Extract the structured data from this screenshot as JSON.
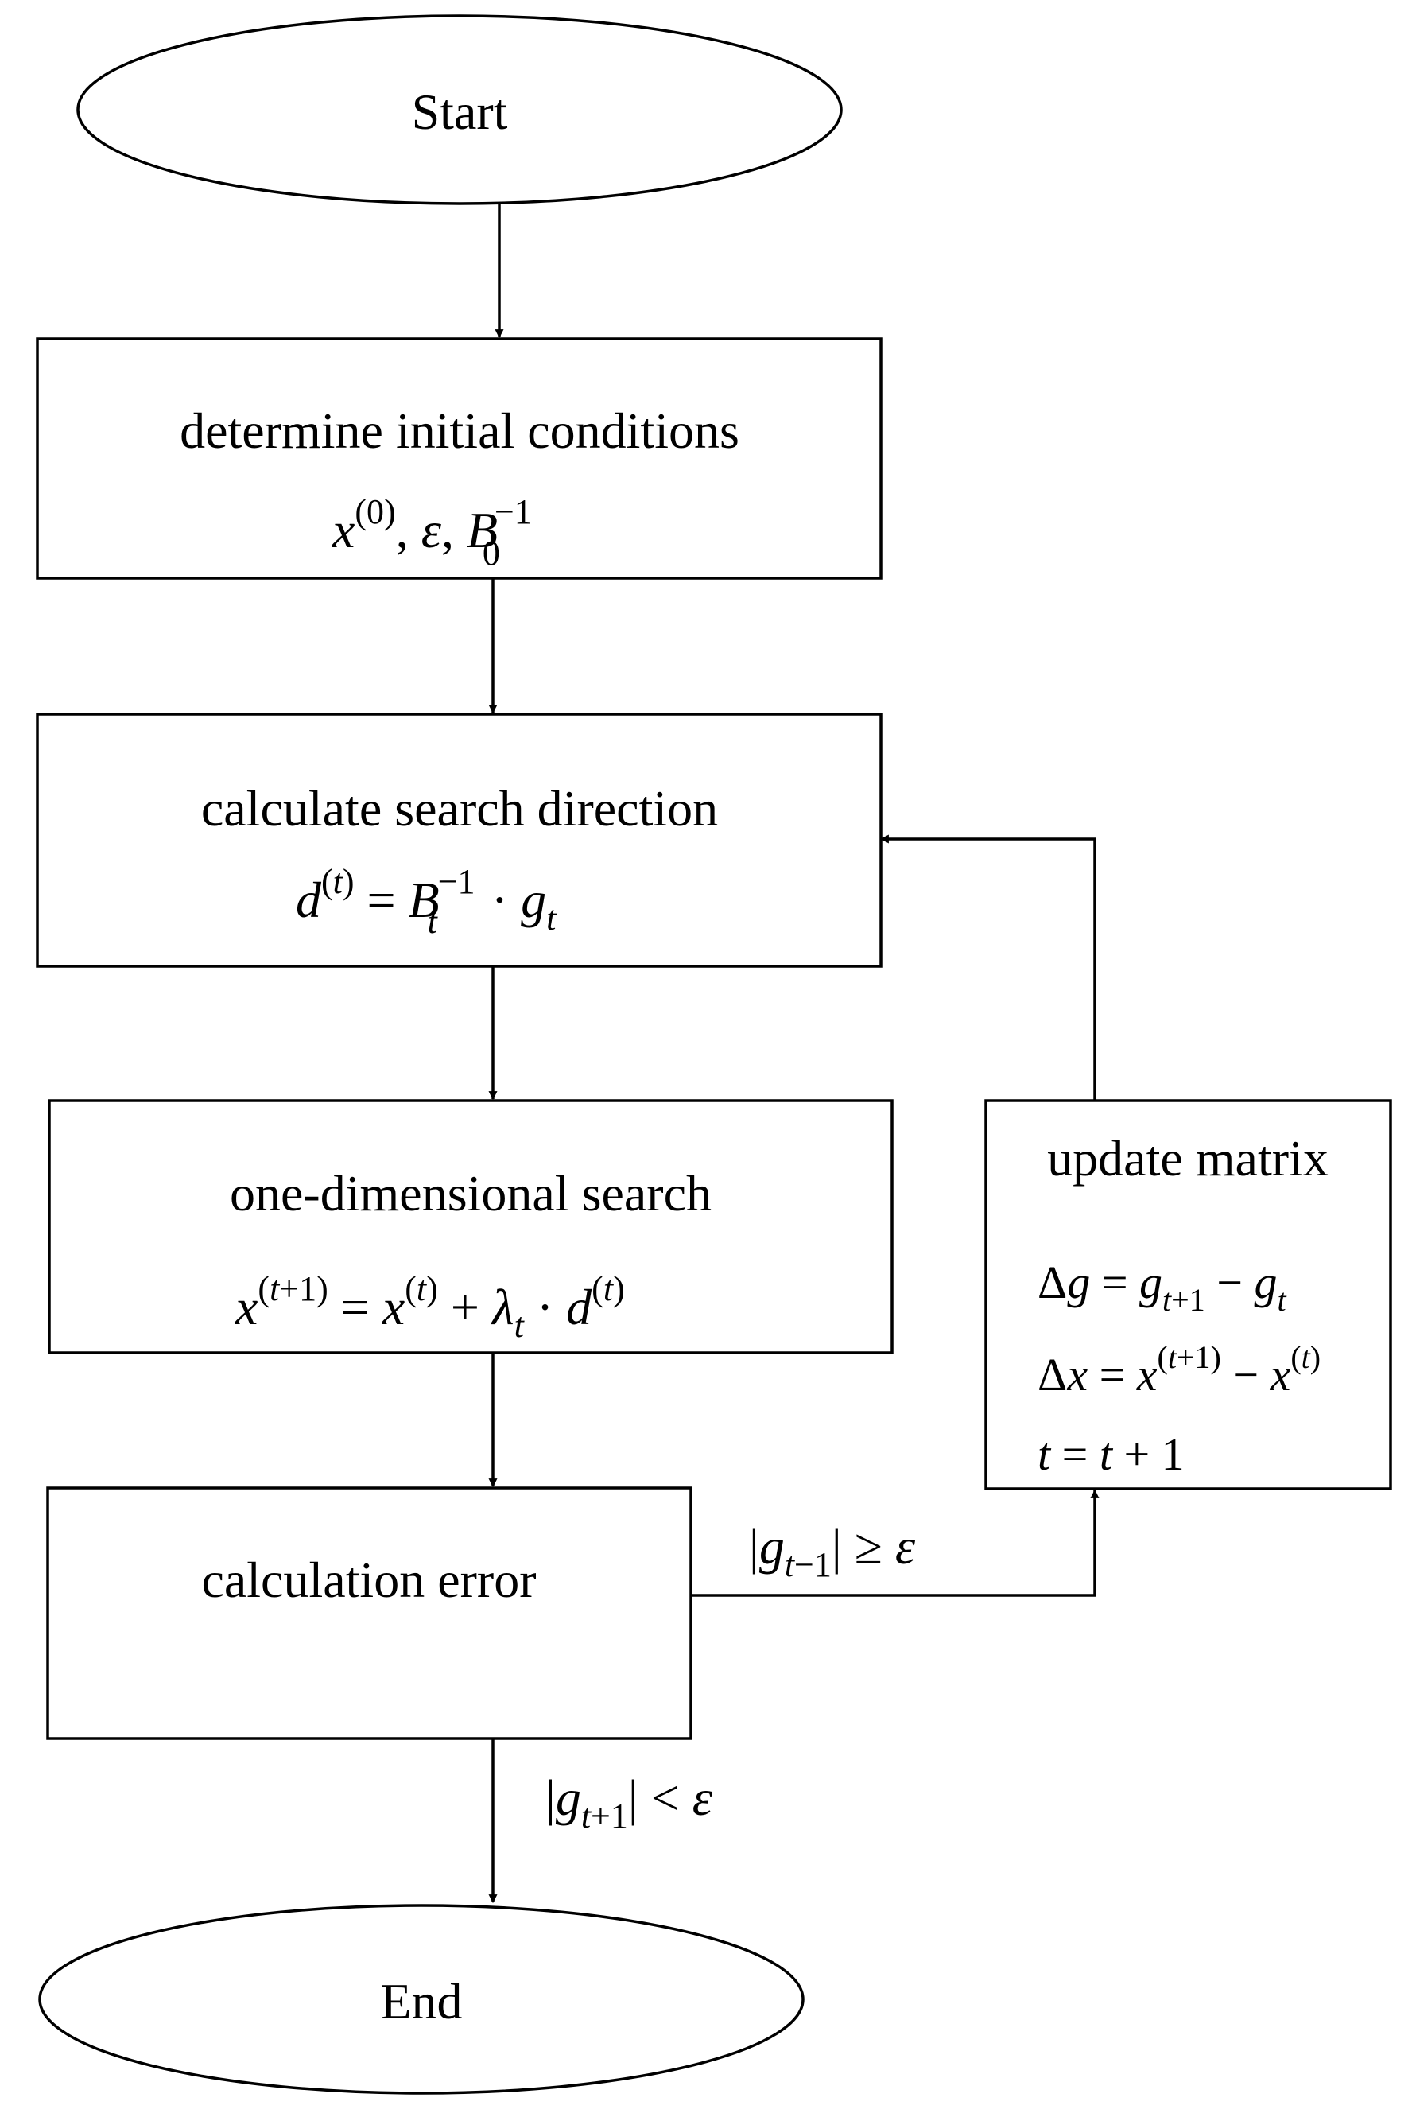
{
  "nodes": {
    "start": {
      "label": "Start"
    },
    "init": {
      "label": "determine initial conditions",
      "formula": "x^(0), ε, B_0^-1"
    },
    "direction": {
      "label": "calculate search direction",
      "formula": "d^(t) = B_t^-1 · g_t"
    },
    "search": {
      "label": "one-dimensional search",
      "formula": "x^(t+1) = x^(t) + λ_t · d^(t)"
    },
    "error": {
      "label": "calculation error"
    },
    "update": {
      "label": "update matrix",
      "formulas": [
        "Δg = g_t+1 − g_t",
        "Δx = x^(t+1) − x^(t)",
        "t = t + 1"
      ]
    },
    "end": {
      "label": "End"
    }
  },
  "edges": {
    "continue_condition": "|g_t−1| ≥ ε",
    "stop_condition": "|g_t+1| < ε"
  }
}
